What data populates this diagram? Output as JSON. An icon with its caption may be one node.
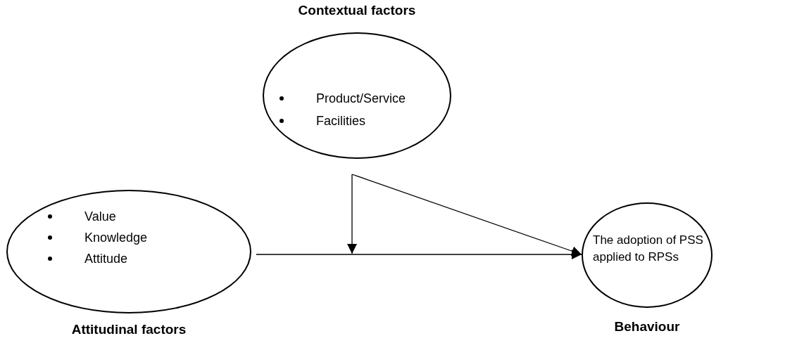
{
  "diagram": {
    "nodes": [
      {
        "text": [
          "Contextual factors",
          "Product/Service",
          "Facilities"
        ]
      },
      {
        "text": [
          "Value",
          "Knowledge",
          "Attitude",
          "Attitudinal factors"
        ]
      },
      {
        "text": [
          "The adoption of PSS applied to RPSs",
          "Behaviour"
        ]
      }
    ],
    "edges": [
      {
        "from": 1,
        "to": 2,
        "arrow": "to"
      },
      {
        "from": 0,
        "to": null,
        "arrow": "to"
      },
      {
        "from": 0,
        "to": 2,
        "arrow": "to"
      }
    ]
  }
}
